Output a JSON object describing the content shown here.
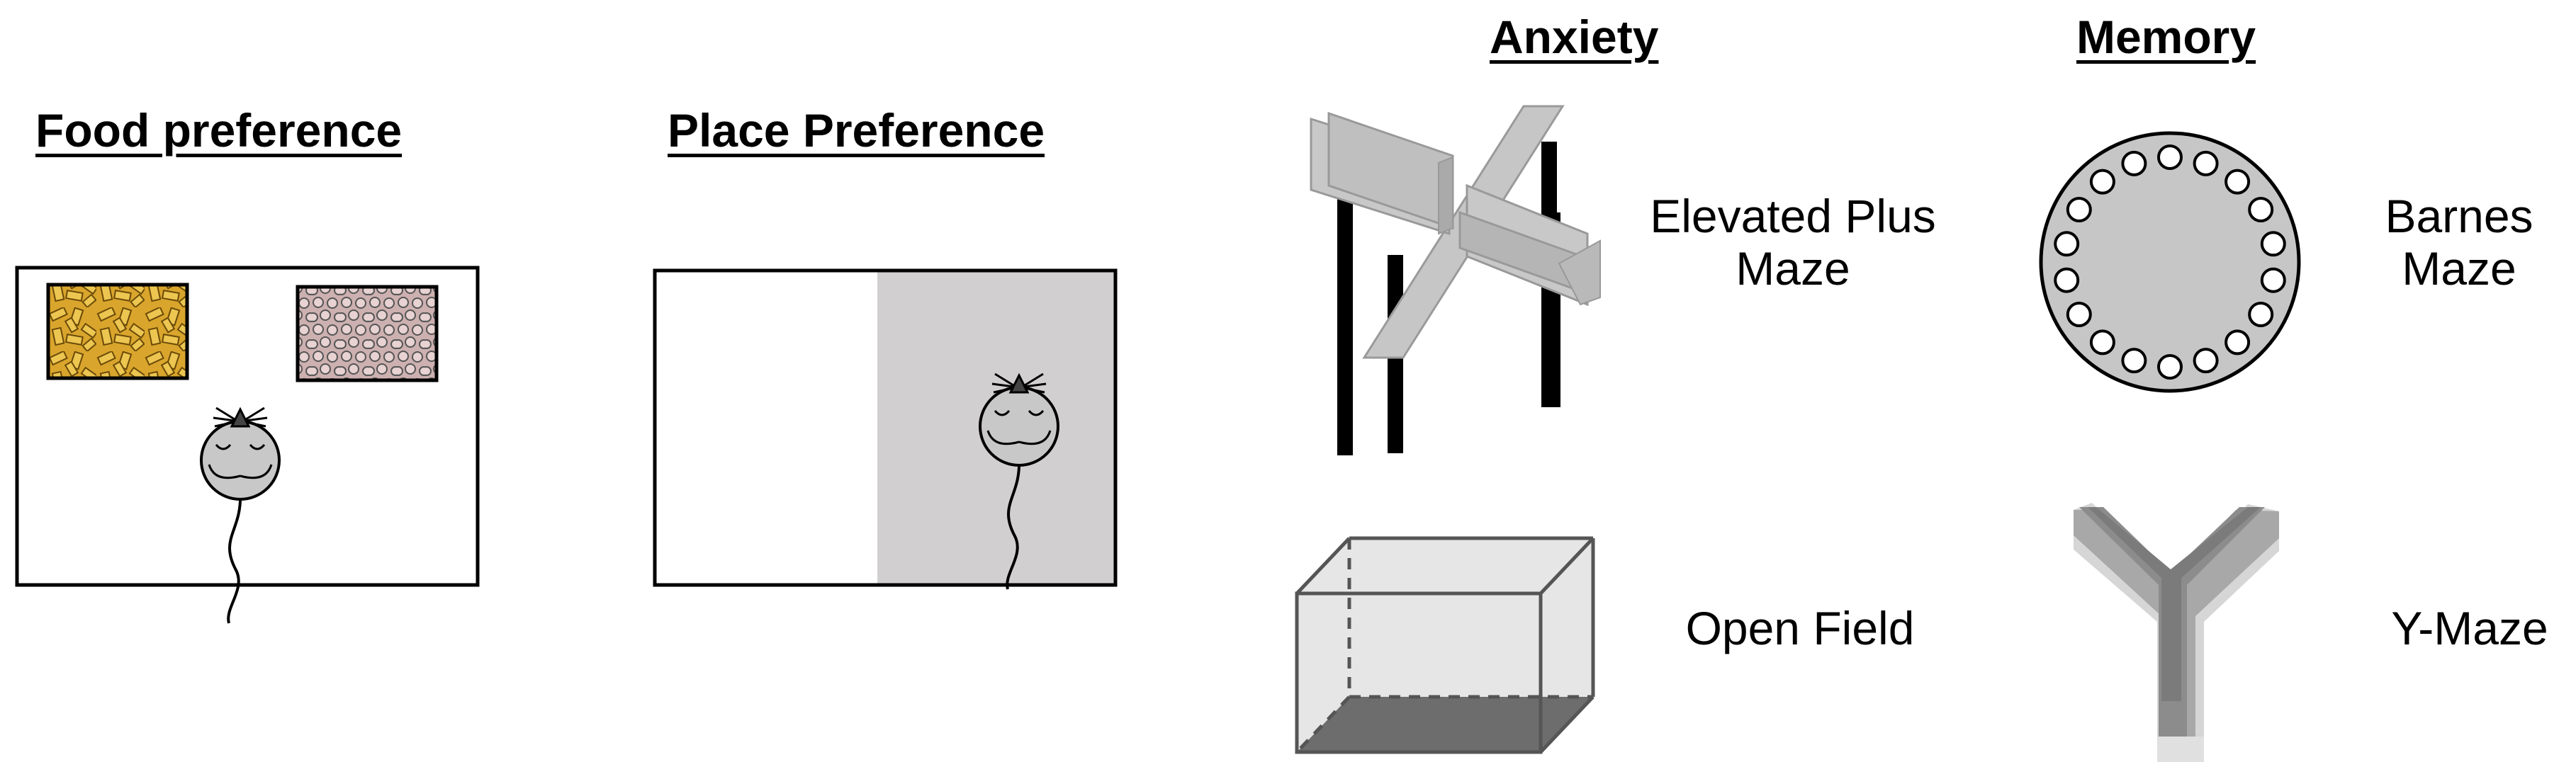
{
  "headers": {
    "food_preference": "Food preference",
    "place_preference": "Place Preference",
    "anxiety": "Anxiety",
    "memory": "Memory"
  },
  "captions": {
    "elevated_plus_maze": [
      "Elevated Plus",
      "Maze"
    ],
    "open_field": "Open Field",
    "barnes_maze": [
      "Barnes",
      "Maze"
    ],
    "y_maze": "Y-Maze"
  },
  "colors": {
    "outline": "#000000",
    "chow": "#e2b43a",
    "chow_dark": "#8a6410",
    "palatable_food": "#d7b8b8",
    "dark_chamber": "#d2cfd0",
    "mouse_body": "#c8c8c8",
    "maze_light": "#c6c6c6",
    "maze_dark": "#7b7b7b",
    "box_fill": "#e8e8e8",
    "box_floor": "#6d6d6d",
    "y_maze_light": "#d6d6d6",
    "y_maze_mid": "#a8a8a8",
    "y_maze_dark": "#8c8c8c"
  }
}
